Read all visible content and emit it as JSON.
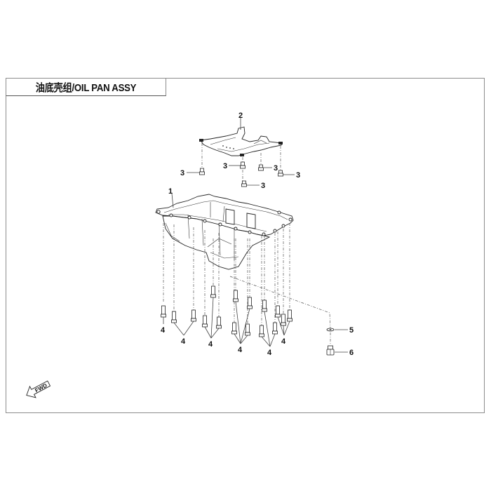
{
  "header": {
    "title": "油底壳组/OIL PAN ASSY"
  },
  "diagram": {
    "callouts": {
      "oil_pan": "1",
      "baffle_plate": "2",
      "baffle_bolt": "3",
      "pan_bolt": "4",
      "washer": "5",
      "drain_plug": "6"
    },
    "fwd_label": "FWD"
  },
  "colors": {
    "frame": "#8c8c8c",
    "line": "#222222"
  }
}
